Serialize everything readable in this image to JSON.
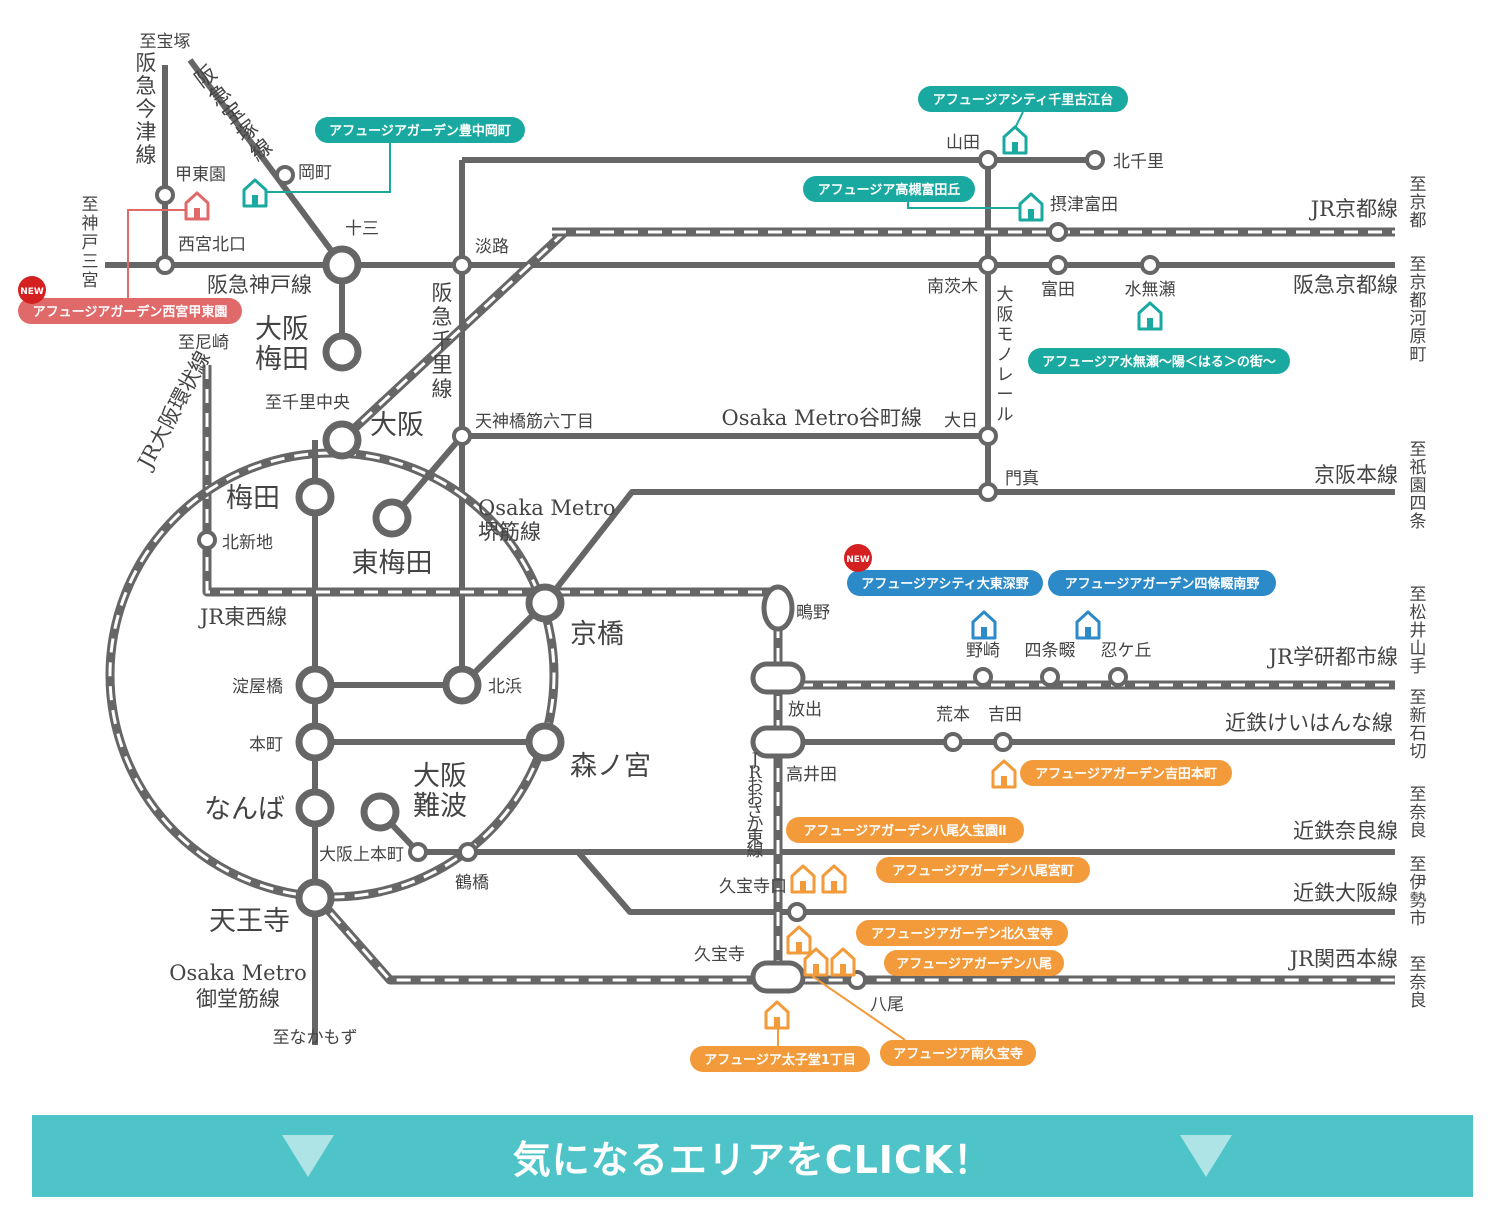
{
  "colors": {
    "line": "#666666",
    "teal": "#1aa9a0",
    "red": "#e06a6a",
    "blue": "#2c8ac9",
    "orange": "#f39a3a",
    "cta": "#4fc4c8",
    "new": "#d42020"
  },
  "cta": {
    "label": "気になるエリアをCLICK！"
  },
  "new_badge": "NEW",
  "lines": {
    "hankyu_imazu": "阪急今津線",
    "hankyu_takarazuka": "阪急宝塚線",
    "hankyu_kobe": "阪急神戸線",
    "hankyu_senri": "阪急千里線",
    "hankyu_kyoto": "阪急京都線",
    "jr_kyoto": "JR京都線",
    "osaka_monorail": "大阪モノレール",
    "tanimachi": "Osaka Metro谷町線",
    "keihan": "京阪本線",
    "sakaisuji": "Osaka Metro\n堺筋線",
    "jr_tozai": "JR東西線",
    "loop": "JR大阪環状線",
    "gakkentoshi": "JR学研都市線",
    "keihanna": "近鉄けいはんな線",
    "kintetsu_nara": "近鉄奈良線",
    "kintetsu_osaka": "近鉄大阪線",
    "jr_kansai": "JR関西本線",
    "jr_osaka_higashi": "JRおおさか東線",
    "midosuji": "Osaka Metro\n御堂筋線"
  },
  "termini": {
    "takarazuka": "至宝塚",
    "kobe": "至神戸三宮",
    "amagasaki": "至尼崎",
    "senri_chuo": "至千里中央",
    "kyoto": "至京都",
    "kawaramachi": "至京都河原町",
    "gion": "至祇園四条",
    "matsuiyamate": "至松井山手",
    "shinishikiri": "至新石切",
    "nara1": "至奈良",
    "iseshi": "至伊勢市",
    "nara2": "至奈良",
    "nakamozu": "至なかもず"
  },
  "stations": {
    "koutouen": "甲東園",
    "nishinomiya": "西宮北口",
    "okamachi": "岡町",
    "juso": "十三",
    "umeda_hankyu": "大阪\n梅田",
    "awaji": "淡路",
    "yamada": "山田",
    "kitasenri": "北千里",
    "settsu": "摂津富田",
    "minamiibaraki": "南茨木",
    "tonda": "富田",
    "minase": "水無瀬",
    "osaka": "大阪",
    "tenjin": "天神橋筋六丁目",
    "dainichi": "大日",
    "kadoma": "門真",
    "umeda": "梅田",
    "higashiumeda": "東梅田",
    "kitashinchi": "北新地",
    "kyobashi": "京橋",
    "shigino": "鴫野",
    "hanaten": "放出",
    "nozaki": "野崎",
    "shijonawate": "四条畷",
    "shinobu": "忍ケ丘",
    "yodoyabashi": "淀屋橋",
    "kitahama": "北浜",
    "aramoto": "荒本",
    "yoshida": "吉田",
    "honmachi": "本町",
    "morinomiya": "森ノ宮",
    "takaida": "高井田",
    "namba": "なんば",
    "osakanamba": "大阪\n難波",
    "uehonmachi": "大阪上本町",
    "tsuruhashi": "鶴橋",
    "tennoji": "天王寺",
    "kyuhojiguchi": "久宝寺口",
    "kyuhoji": "久宝寺",
    "yao": "八尾"
  },
  "properties": [
    {
      "name": "アフュージアシティ千里古江台",
      "color": "teal"
    },
    {
      "name": "アフュージアガーデン豊中岡町",
      "color": "teal"
    },
    {
      "name": "アフュージア高槻富田丘",
      "color": "teal"
    },
    {
      "name": "アフュージアガーデン西宮甲東園",
      "color": "red"
    },
    {
      "name": "アフュージア水無瀬〜陽＜はる＞の街〜",
      "color": "teal"
    },
    {
      "name": "アフュージアシティ大東深野",
      "color": "blue"
    },
    {
      "name": "アフュージアガーデン四條畷南野",
      "color": "blue"
    },
    {
      "name": "アフュージアガーデン吉田本町",
      "color": "orange"
    },
    {
      "name": "アフュージアガーデン八尾久宝園Ⅱ",
      "color": "orange"
    },
    {
      "name": "アフュージアガーデン八尾宮町",
      "color": "orange"
    },
    {
      "name": "アフュージアガーデン北久宝寺",
      "color": "orange"
    },
    {
      "name": "アフュージアガーデン八尾",
      "color": "orange"
    },
    {
      "name": "アフュージア太子堂1丁目",
      "color": "orange"
    },
    {
      "name": "アフュージア南久宝寺",
      "color": "orange"
    }
  ]
}
